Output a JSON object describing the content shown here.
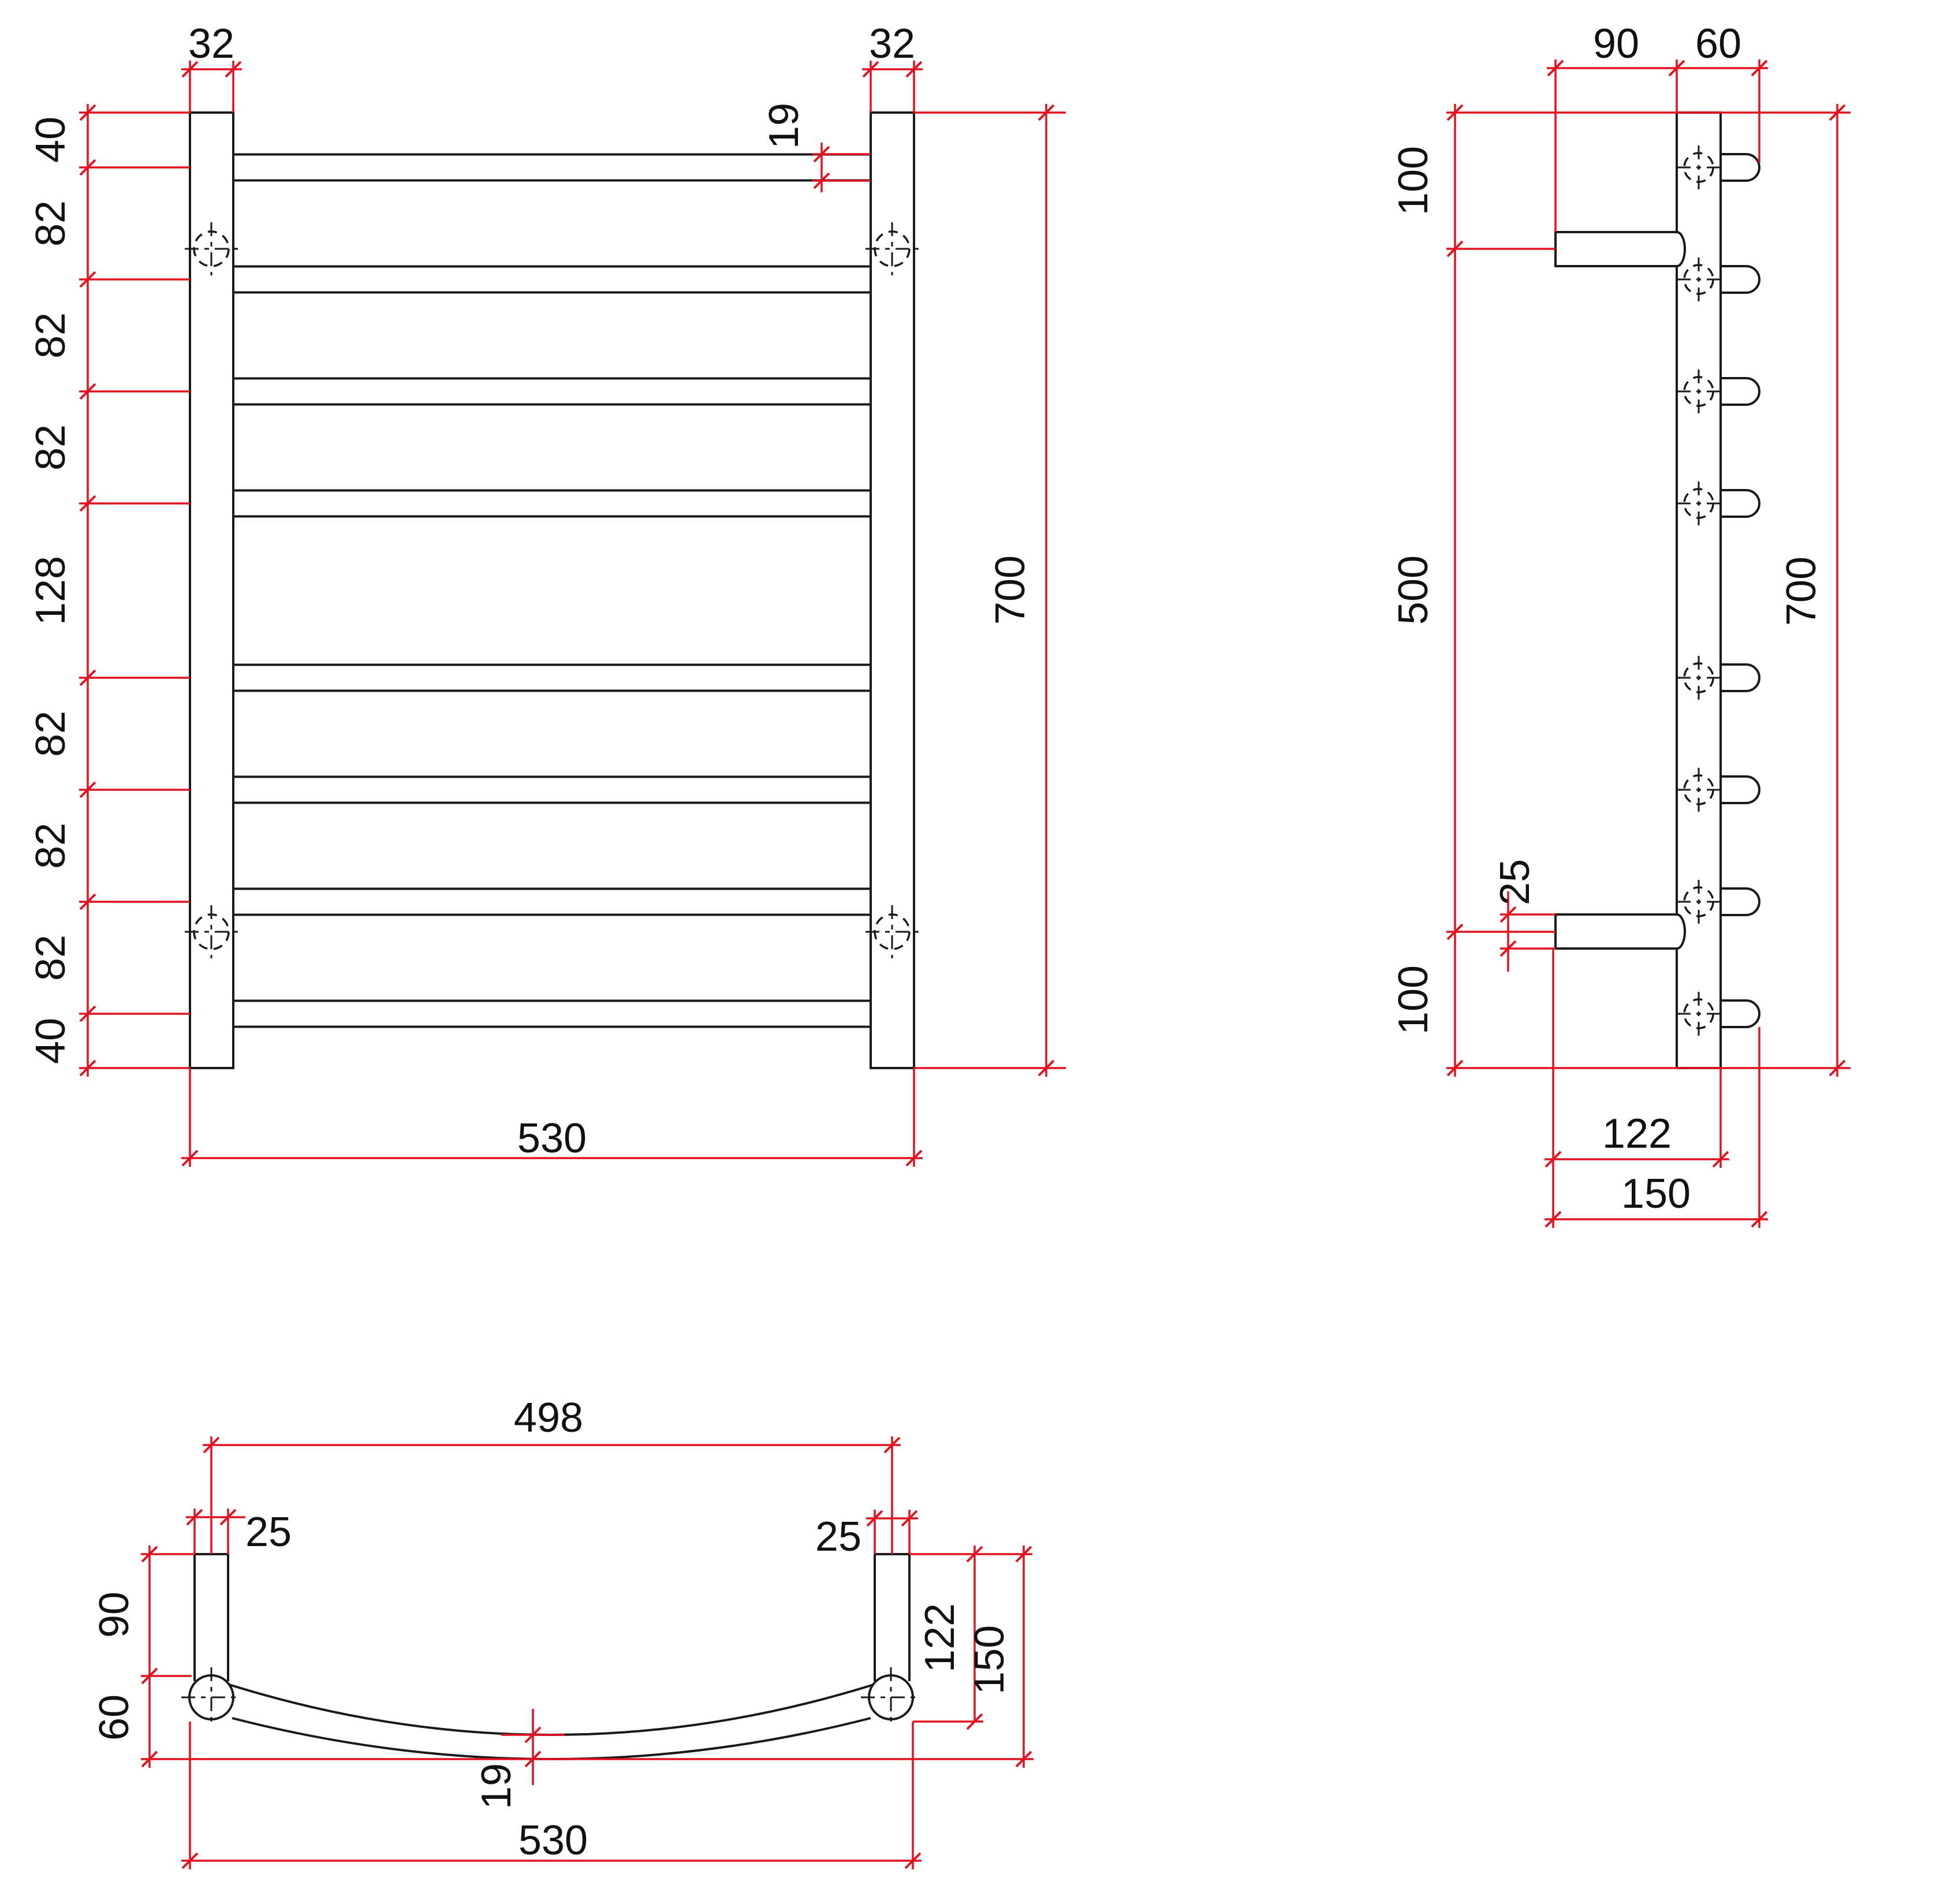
{
  "drawing": {
    "title": "towel-rail-drawing",
    "units": "mm",
    "object_line_color": "#1a1a1a",
    "dimension_color": "#e2131f",
    "front": {
      "post_width_left": "32",
      "post_width_right": "32",
      "bar_diameter": "19",
      "height": "700",
      "width": "530",
      "chain": [
        "40",
        "82",
        "82",
        "82",
        "128",
        "82",
        "82",
        "82",
        "40"
      ]
    },
    "side": {
      "bracket_length": "90",
      "bar_offset": "60",
      "chain": [
        "100",
        "500",
        "100"
      ],
      "height": "700",
      "bracket_thickness": "25",
      "wall_to_post": "122",
      "overall_depth": "150"
    },
    "top": {
      "post_centers": "498",
      "post_diameter_left": "25",
      "post_diameter_right": "25",
      "bracket_length": "90",
      "bar_drop": "60",
      "wall_to_post": "122",
      "overall_depth": "150",
      "bar_diameter": "19",
      "width": "530"
    }
  }
}
